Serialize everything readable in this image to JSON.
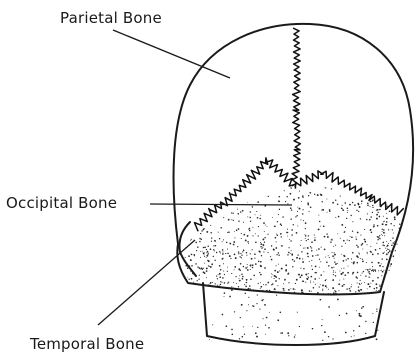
{
  "labels": {
    "parietal": "Parietal Bone",
    "occipital": "Occipital Bone",
    "temporal": "Temporal Bone"
  },
  "colors": {
    "ink": "#1a1a1a",
    "paper": "#ffffff"
  }
}
